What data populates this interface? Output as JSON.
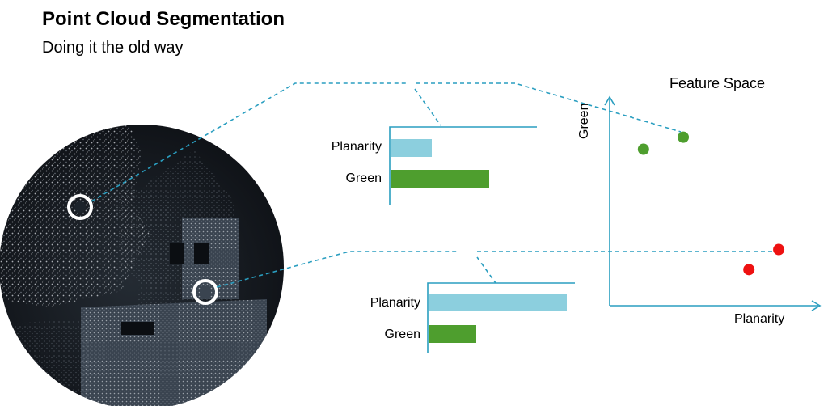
{
  "header": {
    "title": "Point Cloud Segmentation",
    "subtitle": "Doing it the old way"
  },
  "feature_space": {
    "title": "Feature Space",
    "x_axis_label": "Planarity",
    "y_axis_label": "Green"
  },
  "bar_panels": [
    {
      "id": "tree-point",
      "labels": [
        "Planarity",
        "Green"
      ],
      "values": {
        "planarity": 0.27,
        "green": 0.64
      }
    },
    {
      "id": "house-point",
      "labels": [
        "Planarity",
        "Green"
      ],
      "values": {
        "planarity": 0.9,
        "green": 0.31
      }
    }
  ],
  "colors": {
    "accent": "#2a9ec0",
    "planarity_bar": "#8ccfde",
    "green_bar": "#4e9e2e",
    "vegetation_point": "#4e9e2e",
    "building_point": "#ee1111"
  },
  "chart_data": [
    {
      "type": "bar",
      "categories": [
        "Planarity",
        "Green"
      ],
      "values": [
        0.27,
        0.64
      ],
      "title": "",
      "xlabel": "",
      "ylabel": ""
    },
    {
      "type": "bar",
      "categories": [
        "Planarity",
        "Green"
      ],
      "values": [
        0.9,
        0.31
      ],
      "title": "",
      "xlabel": "",
      "ylabel": ""
    },
    {
      "type": "scatter",
      "title": "Feature Space",
      "xlabel": "Planarity",
      "ylabel": "Green",
      "series": [
        {
          "values": [
            [
              0.17,
              0.78
            ],
            [
              0.37,
              0.84
            ]
          ]
        },
        {
          "values": [
            [
              0.7,
              0.18
            ],
            [
              0.85,
              0.28
            ]
          ]
        }
      ],
      "xlim": [
        0,
        1
      ],
      "ylim": [
        0,
        1
      ]
    }
  ]
}
